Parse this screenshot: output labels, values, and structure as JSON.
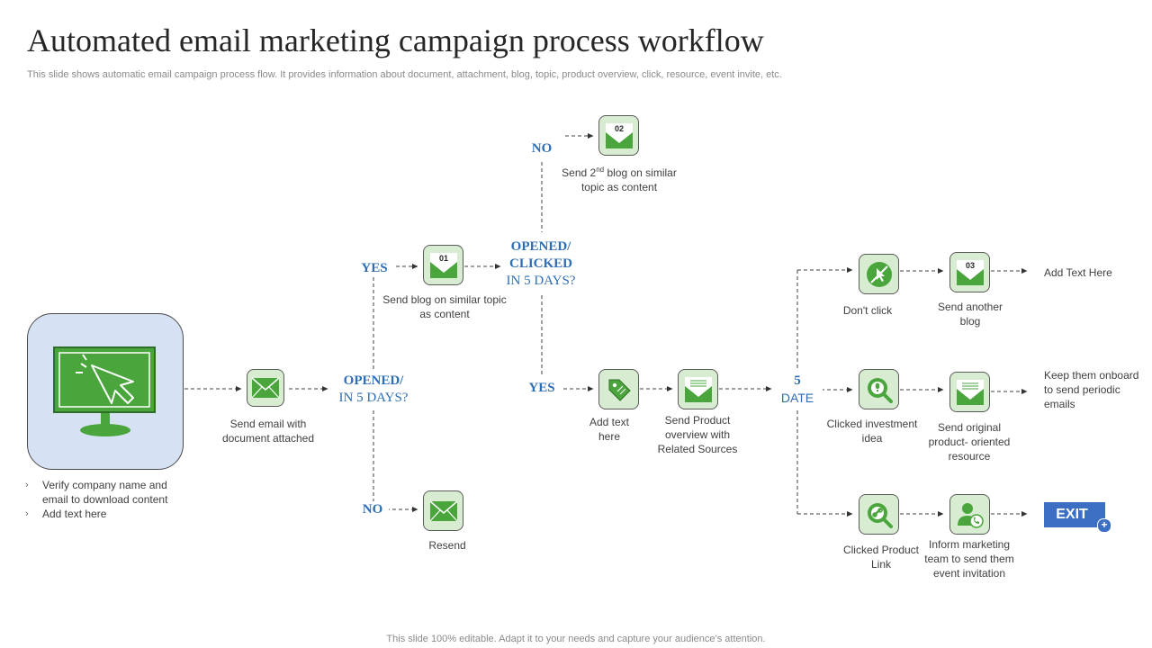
{
  "title": "Automated email marketing campaign process workflow",
  "subtitle": "This slide shows automatic email campaign process flow. It provides information about document, attachment, blog, topic, product overview, click, resource, event invite, etc.",
  "footer": "This slide 100% editable. Adapt it to your needs and capture your audience’s attention.",
  "colors": {
    "accent_blue": "#2e6eb5",
    "node_green": "#d7ecd0",
    "icon_green": "#4aa63c",
    "monitor_bg": "#d6e2f4",
    "exit_blue": "#3c6fc4"
  },
  "start": {
    "icon": "monitor-cursor-icon",
    "bullets": [
      "Verify company name and email to download content",
      "Add text here"
    ]
  },
  "nodes": {
    "send_email": {
      "label": "Send email with document attached",
      "icon": "envelope-icon"
    },
    "blog_01": {
      "number": "01",
      "label": "Send blog on similar topic as content",
      "icon": "envelope-icon"
    },
    "blog_02": {
      "number": "02",
      "label_pre": "Send 2",
      "label_sup": "nd",
      "label_post": " blog on similar topic as content",
      "icon": "envelope-icon"
    },
    "resend": {
      "label": "Resend",
      "icon": "envelope-icon"
    },
    "add_text": {
      "label": "Add text here",
      "icon": "tag-icon"
    },
    "product_overview": {
      "label": "Send Product overview with Related Sources",
      "icon": "envelope-icon"
    },
    "dont_click": {
      "label": "Don't click",
      "icon": "no-click-icon"
    },
    "blog_03": {
      "number": "03",
      "label": "Send another blog",
      "icon": "envelope-icon"
    },
    "clicked_investment": {
      "label": "Clicked investment idea",
      "icon": "idea-search-icon"
    },
    "original_resource": {
      "label": "Send original product- oriented resource",
      "icon": "envelope-icon"
    },
    "clicked_link": {
      "label": "Clicked Product Link",
      "icon": "link-search-icon"
    },
    "inform_team": {
      "label": "Inform marketing team to send them event invitation",
      "icon": "person-phone-icon"
    }
  },
  "decisions": {
    "yes_1": "YES",
    "no_1": "NO",
    "opened_5_days_1": "OPENED/",
    "opened_5_days_2": "IN 5 DAYS?",
    "no_2": "NO",
    "opened_clicked_1": "OPENED/",
    "opened_clicked_2": "CLICKED",
    "opened_clicked_3": "IN 5 DAYS?",
    "yes_2": "YES",
    "date_1": "5",
    "date_2": "DATE"
  },
  "outcomes": {
    "add_text_here": "Add Text Here",
    "keep_onboard": "Keep them onboard to send periodic emails",
    "exit_label": "EXIT",
    "exit_plus": "+"
  }
}
